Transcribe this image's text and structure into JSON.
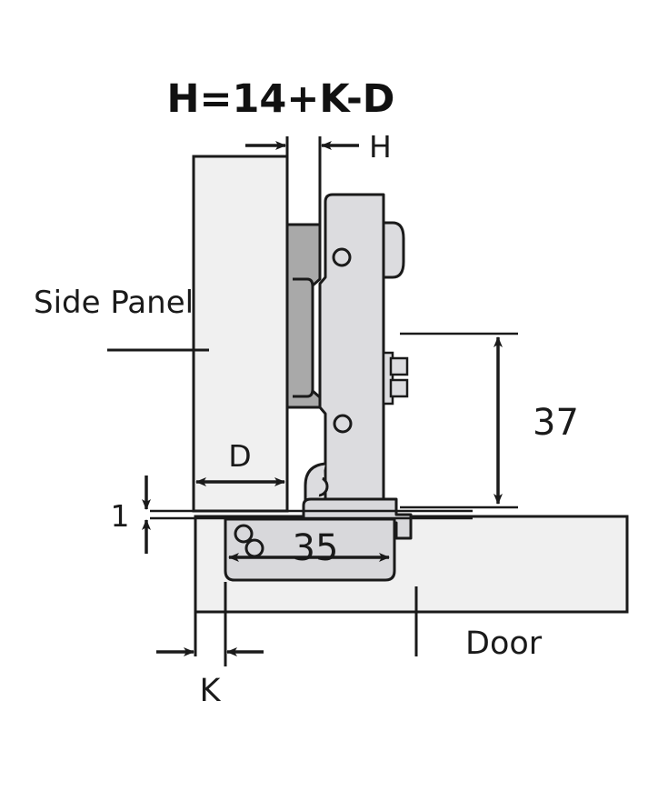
{
  "drawing": {
    "title": "H=14+K-D",
    "type": "technical-drawing",
    "subject": "cabinet-hinge-installation-cross-section",
    "background_color": "#ffffff",
    "line_color": "#1a1a1a"
  },
  "labels": {
    "side_panel": "Side Panel",
    "door": "Door"
  },
  "dimensions": {
    "h": "H",
    "d": "D",
    "k": "K",
    "one": "1",
    "thirtyseven": "37",
    "thirtyfive": "35"
  },
  "parts": {
    "side_panel_fill": "#f0f0f0",
    "door_fill": "#f0f0f0",
    "mounting_plate_fill": "#a9a9a9",
    "hinge_arm_fill": "#dcdcdf",
    "hinge_cup_fill": "#d8d8db",
    "outline": "#1a1a1a"
  },
  "icons": {
    "arrow_right": "arrow-right-icon",
    "arrow_left": "arrow-left-icon",
    "arrow_down": "arrow-down-icon",
    "arrow_up": "arrow-up-icon",
    "double_arrow": "double-arrow-icon",
    "screw": "screw-icon",
    "pivot_hole": "pivot-hole-icon"
  }
}
